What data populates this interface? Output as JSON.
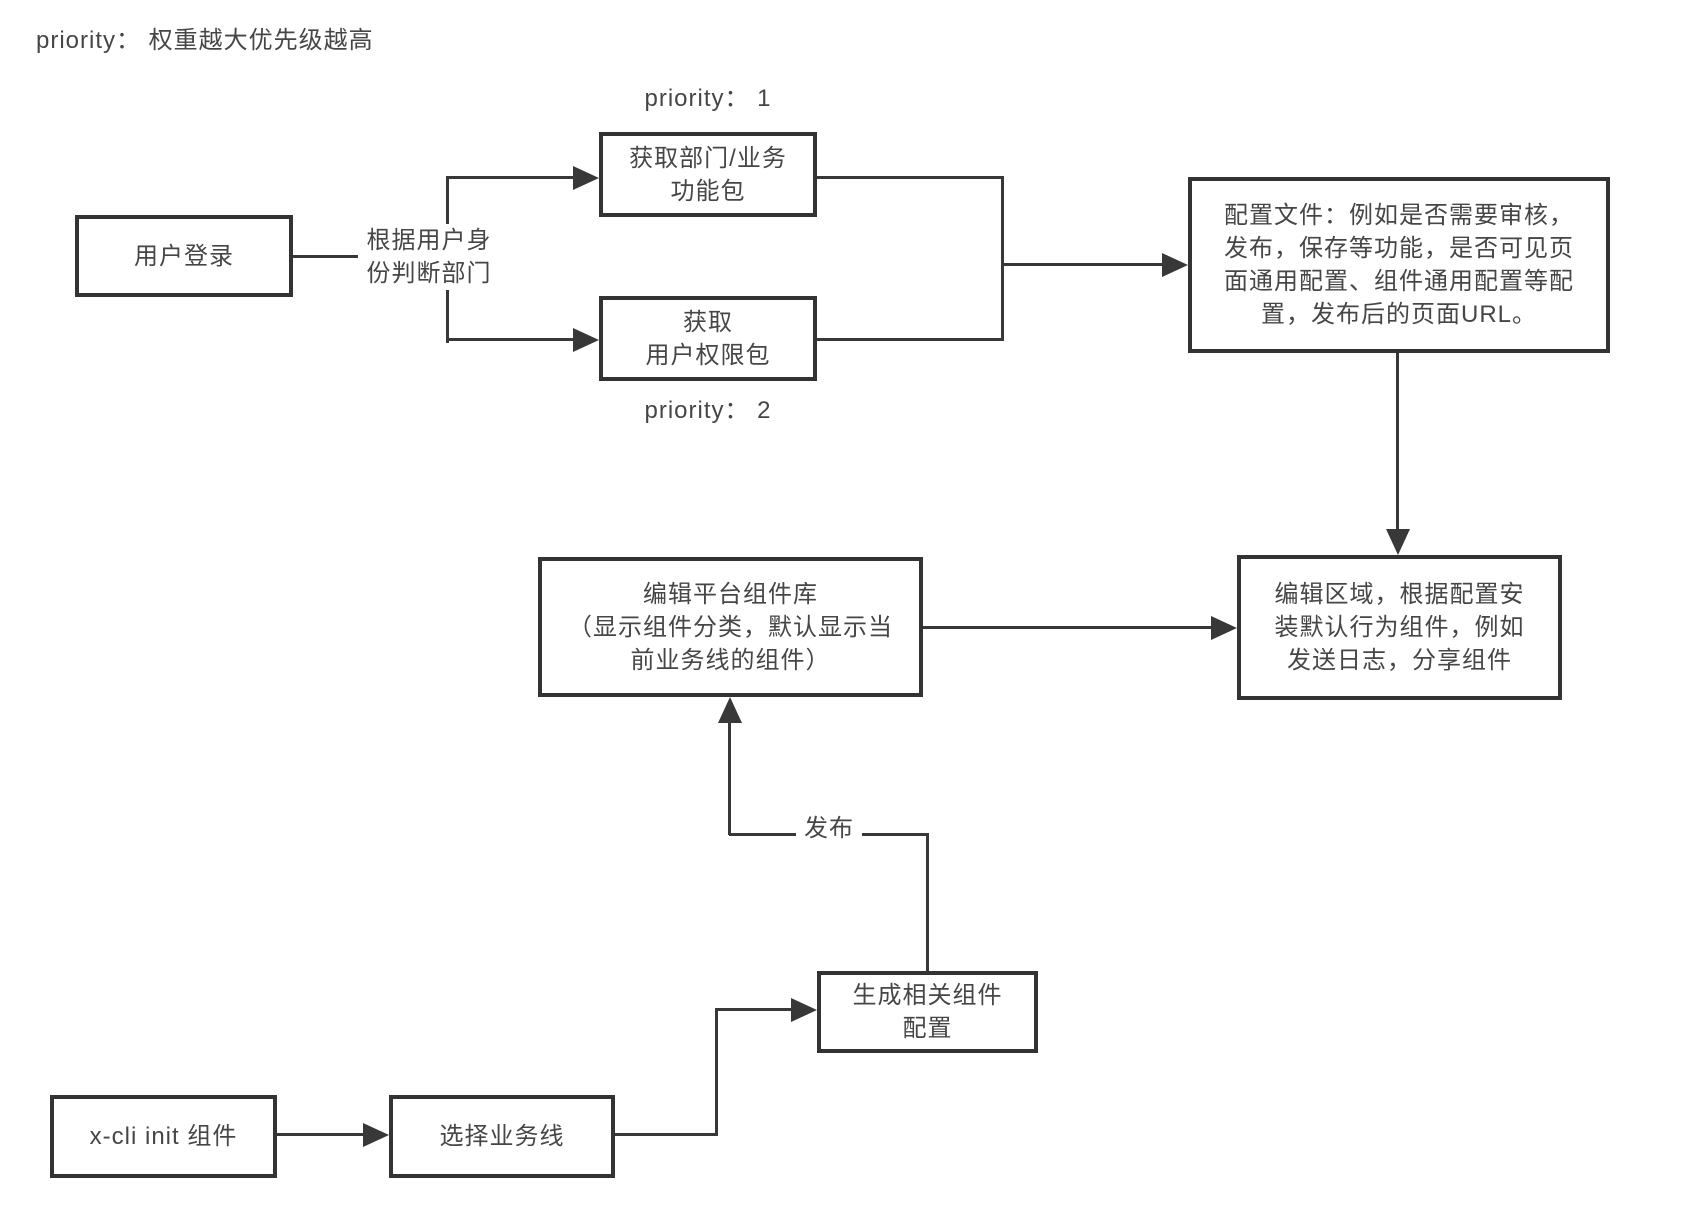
{
  "title": "priority： 权重越大优先级越高",
  "colors": {
    "line": "#383838",
    "border": "#333333",
    "text": "#464646",
    "background": "#ffffff"
  },
  "nodes": {
    "user_login": {
      "label": "用户登录"
    },
    "dept_package": {
      "label": "获取部门/业务\n功能包"
    },
    "perm_package": {
      "label": "获取\n用户权限包"
    },
    "config_file": {
      "label": "配置文件：例如是否需要审核，\n发布，保存等功能，是否可见页\n面通用配置、组件通用配置等配\n置，发布后的页面URL。"
    },
    "component_library": {
      "label": "编辑平台组件库\n（显示组件分类，默认显示当\n前业务线的组件）"
    },
    "edit_area": {
      "label": "编辑区域，根据配置安\n装默认行为组件，例如\n发送日志，分享组件"
    },
    "generate_config": {
      "label": "生成相关组件\n配置"
    },
    "xcli_init": {
      "label": "x-cli  init 组件"
    },
    "select_business_line": {
      "label": "选择业务线"
    }
  },
  "edge_labels": {
    "priority_1": "priority： 1",
    "priority_2": "priority： 2",
    "judge_department": "根据用户身\n份判断部门",
    "publish": "发布"
  }
}
